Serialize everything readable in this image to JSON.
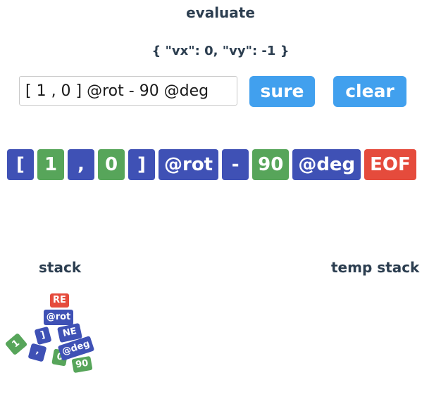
{
  "header": {
    "title": "evaluate"
  },
  "result": {
    "text": "{ \"vx\": 0, \"vy\": -1 }"
  },
  "input": {
    "value": "[ 1 , 0 ] @rot - 90 @deg"
  },
  "buttons": {
    "sure": "sure",
    "clear": "clear"
  },
  "tokens": [
    {
      "text": "[",
      "kind": "blue"
    },
    {
      "text": "1",
      "kind": "green"
    },
    {
      "text": ",",
      "kind": "blue"
    },
    {
      "text": "0",
      "kind": "green"
    },
    {
      "text": "]",
      "kind": "blue"
    },
    {
      "text": "@rot",
      "kind": "blue"
    },
    {
      "text": "-",
      "kind": "blue"
    },
    {
      "text": "90",
      "kind": "green"
    },
    {
      "text": "@deg",
      "kind": "blue"
    },
    {
      "text": "EOF",
      "kind": "red"
    }
  ],
  "stack": {
    "label": "stack",
    "chips": [
      {
        "text": "RE",
        "kind": "red"
      },
      {
        "text": "@rot",
        "kind": "blue"
      },
      {
        "text": "]",
        "kind": "blue"
      },
      {
        "text": "NE",
        "kind": "blue"
      },
      {
        "text": "1",
        "kind": "green"
      },
      {
        "text": ",",
        "kind": "blue"
      },
      {
        "text": "0",
        "kind": "green"
      },
      {
        "text": "@deg",
        "kind": "blue"
      },
      {
        "text": "90",
        "kind": "green"
      }
    ]
  },
  "temp_stack": {
    "label": "temp stack"
  },
  "colors": {
    "blue": "#3f51b5",
    "green": "#57a55a",
    "red": "#e54b3c",
    "button": "#41a0ee"
  }
}
